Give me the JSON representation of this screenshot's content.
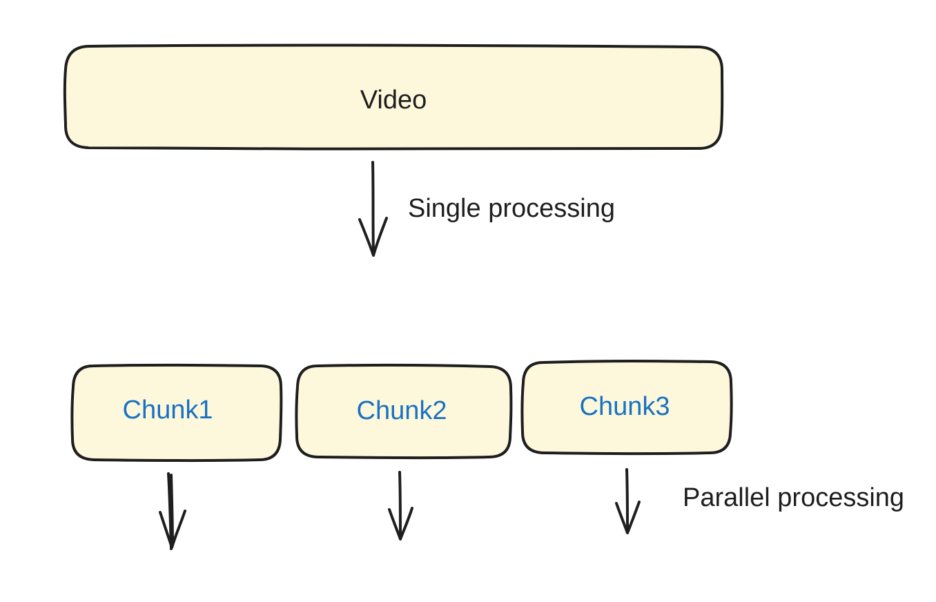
{
  "nodes": {
    "video": {
      "label": "Video"
    },
    "chunk1": {
      "label": "Chunk1"
    },
    "chunk2": {
      "label": "Chunk2"
    },
    "chunk3": {
      "label": "Chunk3"
    }
  },
  "annotations": {
    "single": "Single processing",
    "parallel": "Parallel processing"
  },
  "colors": {
    "box_fill": "#fdf8dc",
    "stroke": "#1e1e1e",
    "chunk_text": "#1971c2"
  }
}
